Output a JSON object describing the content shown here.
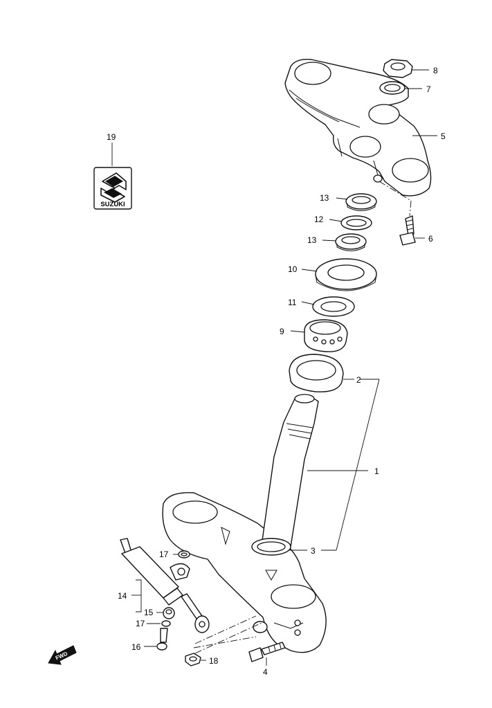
{
  "callouts": {
    "c1": "1",
    "c2": "2",
    "c3": "3",
    "c4": "4",
    "c5": "5",
    "c6": "6",
    "c7": "7",
    "c8": "8",
    "c9": "9",
    "c10": "10",
    "c11": "11",
    "c12": "12",
    "c13a": "13",
    "c13b": "13",
    "c14": "14",
    "c15": "15",
    "c16": "16",
    "c17a": "17",
    "c17b": "17",
    "c18": "18",
    "c19": "19"
  },
  "logo": {
    "brand": "SUZUKI"
  },
  "direction": {
    "label": "FWD"
  }
}
